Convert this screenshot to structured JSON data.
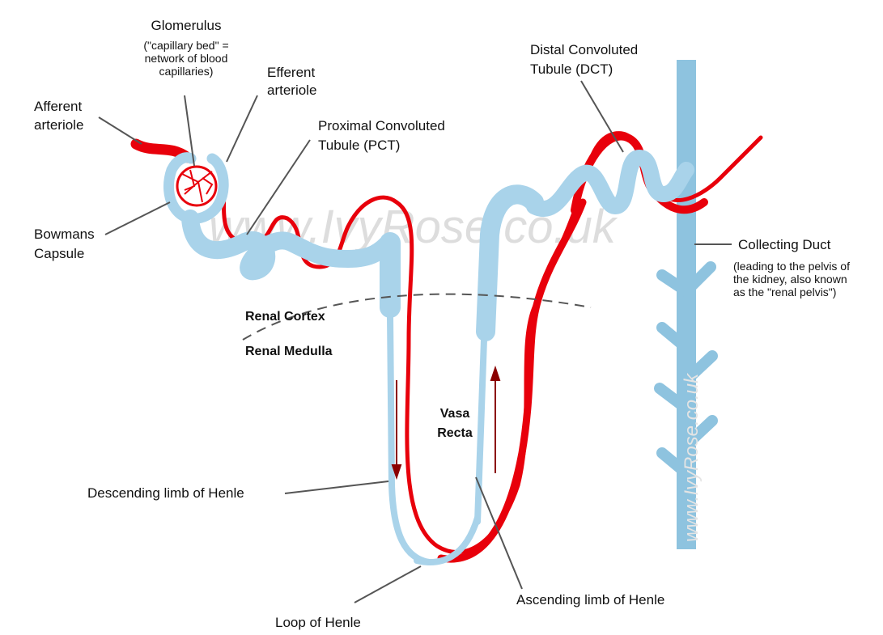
{
  "colors": {
    "blood_vessel": "#e8000b",
    "tubule": "#a9d3ea",
    "collecting_duct": "#8ec3df",
    "dark_arrow": "#8b0000",
    "leader_line": "#555555",
    "watermark": "#d8d8d8"
  },
  "labels": {
    "glomerulus_title": "Glomerulus",
    "glomerulus_note_1": "(\"capillary bed\" =",
    "glomerulus_note_2": "network of blood",
    "glomerulus_note_3": "capillaries)",
    "afferent_1": "Afferent",
    "afferent_2": "arteriole",
    "efferent_1": "Efferent",
    "efferent_2": "arteriole",
    "bowmans_1": "Bowmans",
    "bowmans_2": "Capsule",
    "pct_1": "Proximal Convoluted",
    "pct_2": "Tubule (PCT)",
    "dct_1": "Distal Convoluted",
    "dct_2": "Tubule (DCT)",
    "collecting_duct": "Collecting Duct",
    "collecting_note_1": "(leading to the pelvis of",
    "collecting_note_2": "the kidney, also known",
    "collecting_note_3": "as the \"renal pelvis\")",
    "renal_cortex": "Renal Cortex",
    "renal_medulla": "Renal Medulla",
    "vasa_1": "Vasa",
    "vasa_2": "Recta",
    "descending_limb": "Descending limb of Henle",
    "ascending_limb": "Ascending limb of Henle",
    "loop_of_henle": "Loop of Henle"
  },
  "watermarks": {
    "main": "www.IvyRose.co.uk",
    "vertical": "www.IvyRose.co.uk"
  }
}
